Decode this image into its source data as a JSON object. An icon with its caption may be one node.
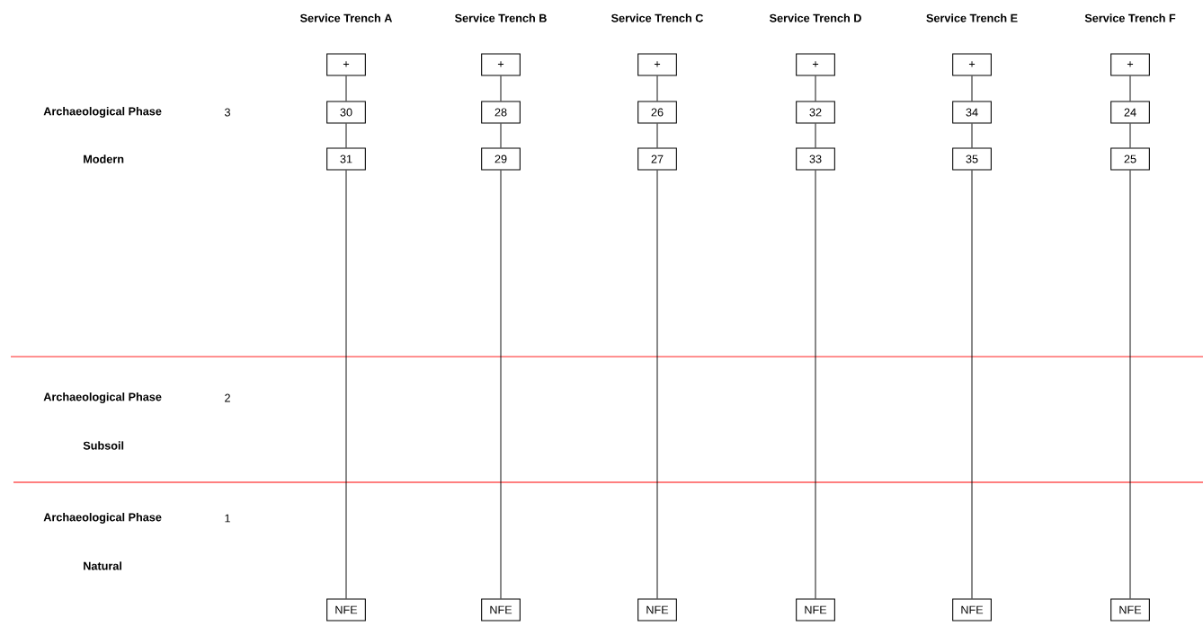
{
  "diagram": {
    "nodes": [
      {
        "text": [
          "+"
        ]
      },
      {
        "text": [
          "+"
        ]
      },
      {
        "text": [
          "+"
        ]
      },
      {
        "text": [
          "+"
        ]
      },
      {
        "text": [
          "+"
        ]
      },
      {
        "text": [
          "+"
        ]
      },
      {
        "text": [
          "30"
        ]
      },
      {
        "text": [
          "28"
        ]
      },
      {
        "text": [
          "26"
        ]
      },
      {
        "text": [
          "32"
        ]
      },
      {
        "text": [
          "34"
        ]
      },
      {
        "text": [
          "24"
        ]
      },
      {
        "text": [
          "31"
        ]
      },
      {
        "text": [
          "29"
        ]
      },
      {
        "text": [
          "27"
        ]
      },
      {
        "text": [
          "33"
        ]
      },
      {
        "text": [
          "35"
        ]
      },
      {
        "text": [
          "25"
        ]
      },
      {
        "text": [
          "NFE"
        ]
      },
      {
        "text": [
          "NFE"
        ]
      },
      {
        "text": [
          "NFE"
        ]
      },
      {
        "text": [
          "NFE"
        ]
      },
      {
        "text": [
          "NFE"
        ]
      },
      {
        "text": [
          "NFE"
        ]
      }
    ],
    "edges": [
      {
        "from": 0,
        "to": 6,
        "arrow": "none"
      },
      {
        "from": 1,
        "to": 7,
        "arrow": "none"
      },
      {
        "from": 2,
        "to": 8,
        "arrow": "none"
      },
      {
        "from": 3,
        "to": 9,
        "arrow": "none"
      },
      {
        "from": 4,
        "to": 10,
        "arrow": "none"
      },
      {
        "from": 5,
        "to": 11,
        "arrow": "none"
      },
      {
        "from": 6,
        "to": 12,
        "arrow": "none"
      },
      {
        "from": 7,
        "to": 13,
        "arrow": "none"
      },
      {
        "from": 8,
        "to": 14,
        "arrow": "none"
      },
      {
        "from": 9,
        "to": 15,
        "arrow": "none"
      },
      {
        "from": 10,
        "to": 16,
        "arrow": "none"
      },
      {
        "from": 11,
        "to": 17,
        "arrow": "none"
      },
      {
        "from": 12,
        "to": 18,
        "arrow": "none"
      },
      {
        "from": 13,
        "to": 19,
        "arrow": "none"
      },
      {
        "from": 14,
        "to": 20,
        "arrow": "none"
      },
      {
        "from": 15,
        "to": 21,
        "arrow": "none"
      },
      {
        "from": 16,
        "to": 22,
        "arrow": "none"
      },
      {
        "from": 17,
        "to": 23,
        "arrow": "none"
      }
    ],
    "labels": [
      "Service Trench A",
      "Service Trench B",
      "Service Trench C",
      "Service Trench D",
      "Service Trench E",
      "Service Trench F",
      "Archaeological Phase",
      "3",
      "Modern",
      "Archaeological Phase",
      "2",
      "Subsoil",
      "Archaeological Phase",
      "1",
      "Natural"
    ]
  }
}
